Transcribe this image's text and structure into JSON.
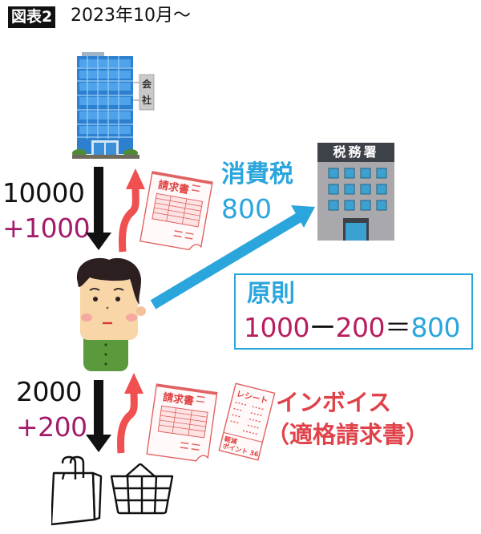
{
  "header": {
    "figure_label": "図表2",
    "title": "2023年10月〜"
  },
  "company": {
    "icon": "office-building-icon",
    "sign_text": "会社"
  },
  "tax_office": {
    "icon": "tax-office-building-icon",
    "sign_text": "税務署"
  },
  "top_flow": {
    "payment_amount": "10000",
    "tax_amount": "+1000",
    "document_label": "請求書"
  },
  "tax_payment": {
    "label": "消費税",
    "amount": "800"
  },
  "principle": {
    "title": "原則",
    "equation": {
      "term1": "1000",
      "minus": "ー",
      "term2": "200",
      "equals": "＝",
      "result": "800"
    }
  },
  "bottom_flow": {
    "payment_amount": "2000",
    "tax_amount": "+200",
    "invoice_doc_label": "請求書",
    "receipt_label": "レシート",
    "receipt_footer_line1": "軽減",
    "receipt_footer_line2": "ポイント 36",
    "invoice_label_line1": "インボイス",
    "invoice_label_line2": "（適格請求書）"
  },
  "shop_icons": [
    "shopping-bag-icon",
    "shopping-basket-icon"
  ],
  "colors": {
    "tax_blue": "#2ba6dd",
    "plus_magenta": "#a31c6a",
    "equation_pink": "#b81d5e",
    "invoice_red": "#e0424a",
    "arrow_red": "#f05050",
    "arrow_black": "#111111"
  }
}
